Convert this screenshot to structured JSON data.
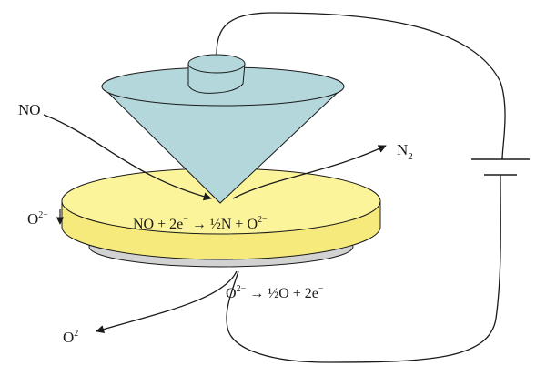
{
  "labels": {
    "no_in": "NO",
    "n2_main": "N",
    "n2_sub": "2",
    "o2_left_main": "O",
    "o2_left_sup": "2−",
    "o2_out_main": "O",
    "o2_out_sup": "2"
  },
  "equations": {
    "cathode": {
      "a": "NO + 2e",
      "a_sup": "−",
      "b": " → ½N + O",
      "b_sup": "2−"
    },
    "anode": {
      "a": "O",
      "a_sup": "2−",
      "b": " → ½O + 2e",
      "b_sup": "−"
    }
  },
  "colors": {
    "cone": "#b4d7dc",
    "disk_top": "#fbf49b",
    "disk_side": "#f6ea7c",
    "base_plate": "#d2d2d2",
    "stroke": "#1a1a1a"
  }
}
